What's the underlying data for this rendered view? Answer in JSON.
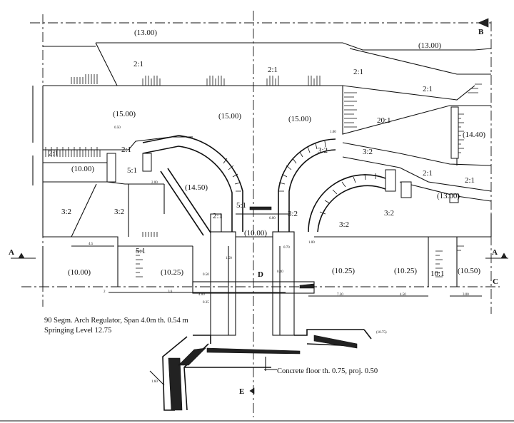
{
  "levels": {
    "top_left": "(13.00)",
    "top_right": "(13.00)",
    "mid_left": "(15.00)",
    "mid_center": "(15.00)",
    "mid_right": "(15.00)",
    "right_bank": "(14.40)",
    "left_channel": "(10.00)",
    "left_island": "(14.50)",
    "center_bay": "(10.00)",
    "right_lower": "(13.00)",
    "bottom_left": "(10.00)",
    "bottom_left2": "(10.25)",
    "bottom_right1": "(10.25)",
    "bottom_right2": "(10.25)",
    "bottom_right3": "(10.50)",
    "small_right": "(10.75)"
  },
  "slopes": {
    "s1": "2:1",
    "s2": "2:1",
    "s3": "2:1",
    "s4": "2:1",
    "s5": "20:1",
    "s6": "2:1",
    "s7": "2:1",
    "s8": "5:1",
    "s9": "3:2",
    "s10": "3:2",
    "s11": "3:2",
    "s12": "3:2",
    "s13": "2:1",
    "s14": "2:1",
    "s15": "5:1",
    "s16": "3:2",
    "s17": "3:2",
    "s18": "3:2",
    "s19": "5:1",
    "s20": "10:1",
    "s21": "2:1"
  },
  "sections": {
    "a_left": "A",
    "a_right": "A",
    "b": "B",
    "c": "C",
    "d": "D",
    "e": "E"
  },
  "dims": {
    "d1": "4.5",
    "d2": "2",
    "d3": "3.6",
    "d4": "7.30",
    "d5": "4.50",
    "d6": "3.00",
    "d7": "0.50",
    "d8": "1.00",
    "d9": "2.00",
    "d10": "1.50",
    "d11": "0.70",
    "d12": "0.50",
    "d13": "4.00",
    "d14": "6.00",
    "d15": "1.00",
    "d16": "0.35",
    "d17": "0.40",
    "d18": "1.60"
  },
  "notes": {
    "arch_line1": "90 Segm. Arch Regulator, Span 4.0m th. 0.54 m",
    "arch_line2": "Springing Level 12.75",
    "floor": "Concrete floor th. 0.75, proj. 0.50"
  }
}
